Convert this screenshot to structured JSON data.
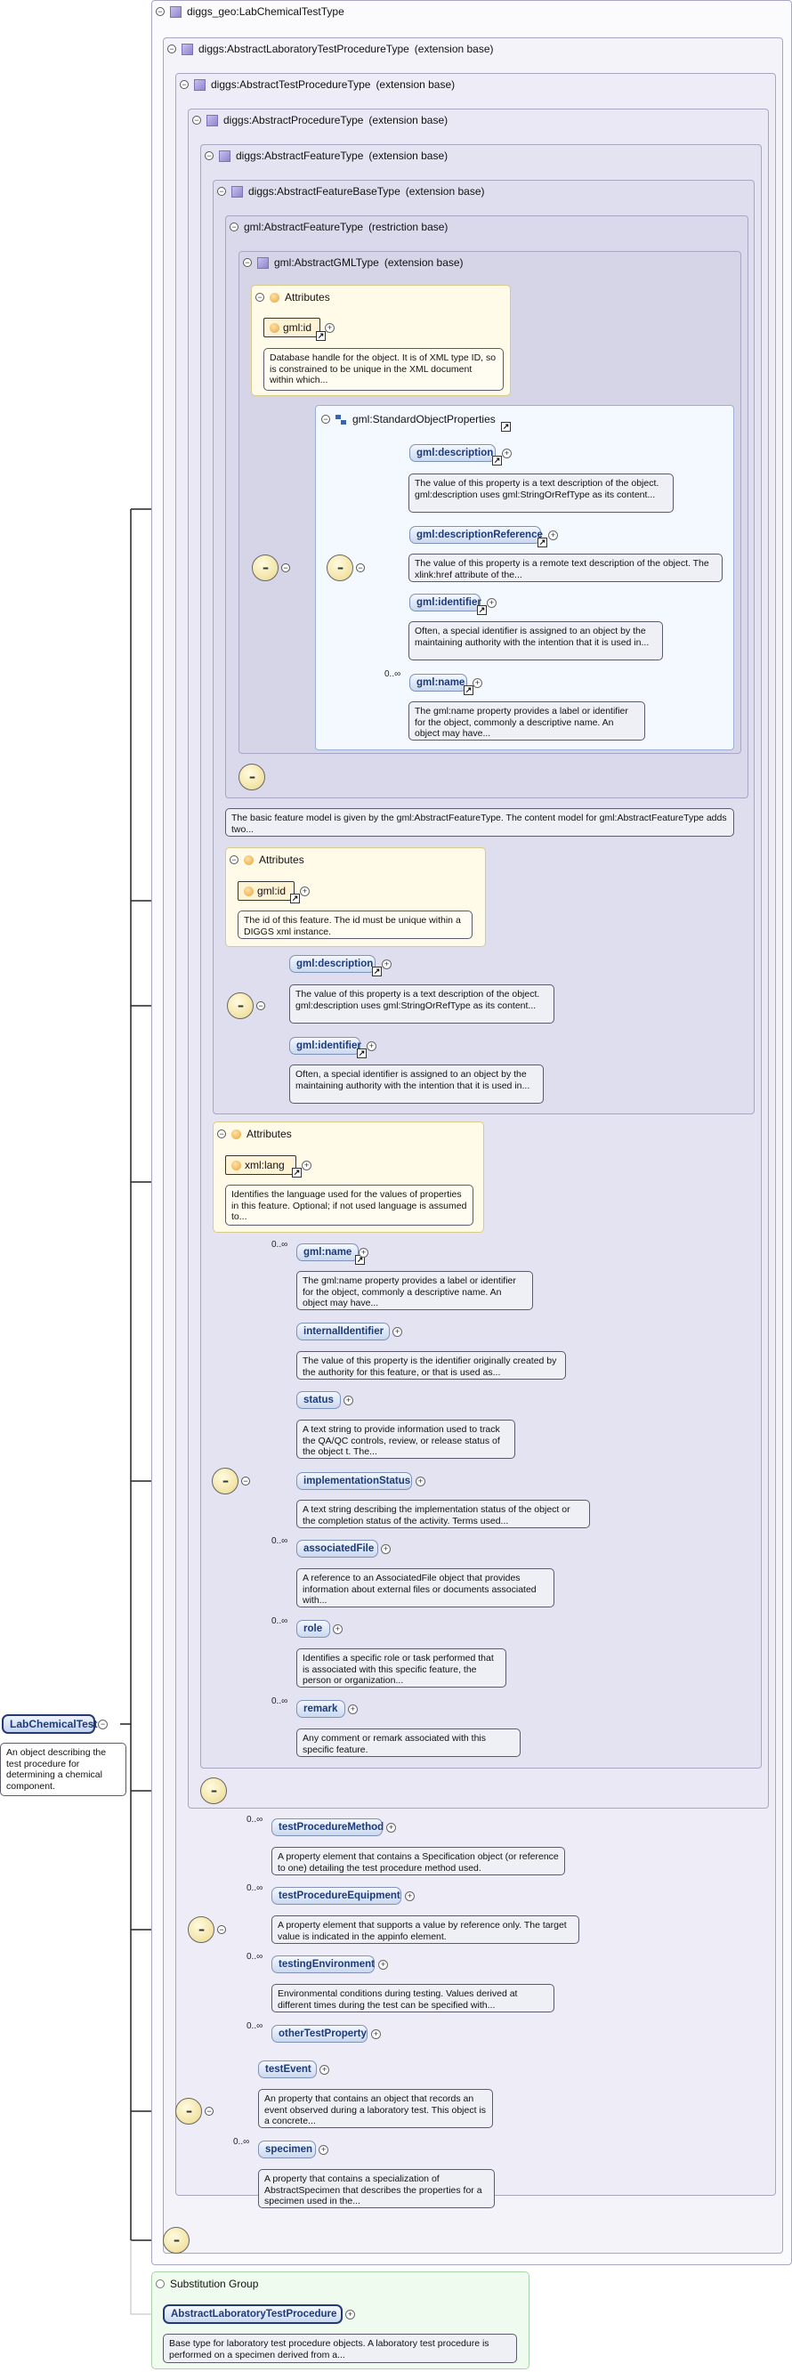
{
  "diagram": {
    "root_element": {
      "name": "LabChemicalTest",
      "doc": "An object describing the test procedure for determining a chemical component."
    },
    "types": [
      {
        "name": "diggs_geo:LabChemicalTestType",
        "relation": ""
      },
      {
        "name": "diggs:AbstractLaboratoryTestProcedureType",
        "relation": "(extension base)"
      },
      {
        "name": "diggs:AbstractTestProcedureType",
        "relation": "(extension base)"
      },
      {
        "name": "diggs:AbstractProcedureType",
        "relation": "(extension base)"
      },
      {
        "name": "diggs:AbstractFeatureType",
        "relation": "(extension base)"
      },
      {
        "name": "diggs:AbstractFeatureBaseType",
        "relation": "(extension base)"
      },
      {
        "name": "gml:AbstractFeatureType",
        "relation": "(restriction base)"
      },
      {
        "name": "gml:AbstractGMLType",
        "relation": "(extension base)"
      }
    ],
    "gml_attributes": {
      "title": "Attributes",
      "attr_name": "gml:id",
      "doc": "Database handle for the object. It is of XML type ID, so is constrained to be unique in the XML document within which..."
    },
    "standard_object_properties": {
      "title": "gml:StandardObjectProperties",
      "elements": [
        {
          "name": "gml:description",
          "cardinality": "",
          "doc": "The value of this property is a text description of the object. gml:description uses gml:StringOrRefType as its content..."
        },
        {
          "name": "gml:descriptionReference",
          "cardinality": "",
          "doc": "The value of this property is a remote text description of the object. The xlink:href attribute of the..."
        },
        {
          "name": "gml:identifier",
          "cardinality": "",
          "doc": "Often, a special identifier is assigned to an object by the maintaining authority with the intention that it is used in..."
        },
        {
          "name": "gml:name",
          "cardinality": "0..∞",
          "doc": "The gml:name property provides a label or identifier for the object, commonly a descriptive name. An object may have..."
        }
      ]
    },
    "feature_model_doc": "The basic feature model is given by the gml:AbstractFeatureType. The content model for gml:AbstractFeatureType adds two...",
    "feature_base_attributes": {
      "title": "Attributes",
      "attr_name": "gml:id",
      "doc": "The id of this feature. The id must be unique within a DIGGS xml instance."
    },
    "feature_base_elements": [
      {
        "name": "gml:description",
        "cardinality": "",
        "doc": "The value of this property is a text description of the object. gml:description uses gml:StringOrRefType as its content..."
      },
      {
        "name": "gml:identifier",
        "cardinality": "",
        "doc": "Often, a special identifier is assigned to an object by the maintaining authority with the intention that it is used in..."
      }
    ],
    "feature_attributes": {
      "title": "Attributes",
      "attr_name": "xml:lang",
      "doc": "Identifies the language used for the values of properties in this feature. Optional; if not used language is assumed to..."
    },
    "feature_elements": [
      {
        "name": "gml:name",
        "cardinality": "0..∞",
        "doc": "The gml:name property provides a label or identifier for the object, commonly a descriptive name. An object may have..."
      },
      {
        "name": "internalIdentifier",
        "cardinality": "",
        "doc": "The value of this property is the identifier originally created by the authority for this feature, or that is used as..."
      },
      {
        "name": "status",
        "cardinality": "",
        "doc": "A text string to provide information used to track the QA/QC controls, review, or release status of the object t. The..."
      },
      {
        "name": "implementationStatus",
        "cardinality": "",
        "doc": "A text string describing the implementation status of the object or the completion status of the activity. Terms used..."
      },
      {
        "name": "associatedFile",
        "cardinality": "0..∞",
        "doc": "A reference to an AssociatedFile object that provides information about external files or documents associated with..."
      },
      {
        "name": "role",
        "cardinality": "0..∞",
        "doc": "Identifies a specific role or task performed that is associated with this specific feature, the person or organization..."
      },
      {
        "name": "remark",
        "cardinality": "0..∞",
        "doc": "Any comment or remark associated with this specific feature."
      }
    ],
    "procedure_elements": [
      {
        "name": "testProcedureMethod",
        "cardinality": "0..∞",
        "doc": "A property element that contains a Specification object (or reference to one) detailing the test procedure method used."
      },
      {
        "name": "testProcedureEquipment",
        "cardinality": "0..∞",
        "doc": "A property element that supports a value by reference only. The target value is indicated in the appinfo element."
      },
      {
        "name": "testingEnvironment",
        "cardinality": "0..∞",
        "doc": "Environmental conditions during testing. Values derived at different times during the test can be specified with..."
      },
      {
        "name": "otherTestProperty",
        "cardinality": "0..∞",
        "doc": ""
      }
    ],
    "lab_elements": [
      {
        "name": "testEvent",
        "cardinality": "",
        "doc": "An property that contains an object that records an event observed during a laboratory test. This object is a concrete..."
      },
      {
        "name": "specimen",
        "cardinality": "0..∞",
        "doc": "A property that contains a specialization of AbstractSpecimen that describes the properties for a specimen used in the..."
      }
    ],
    "substitution_group": {
      "title": "Substitution Group",
      "element": "AbstractLaboratoryTestProcedure",
      "doc": "Base type for laboratory test procedure objects. A laboratory test procedure is performed on a specimen derived from a..."
    }
  }
}
